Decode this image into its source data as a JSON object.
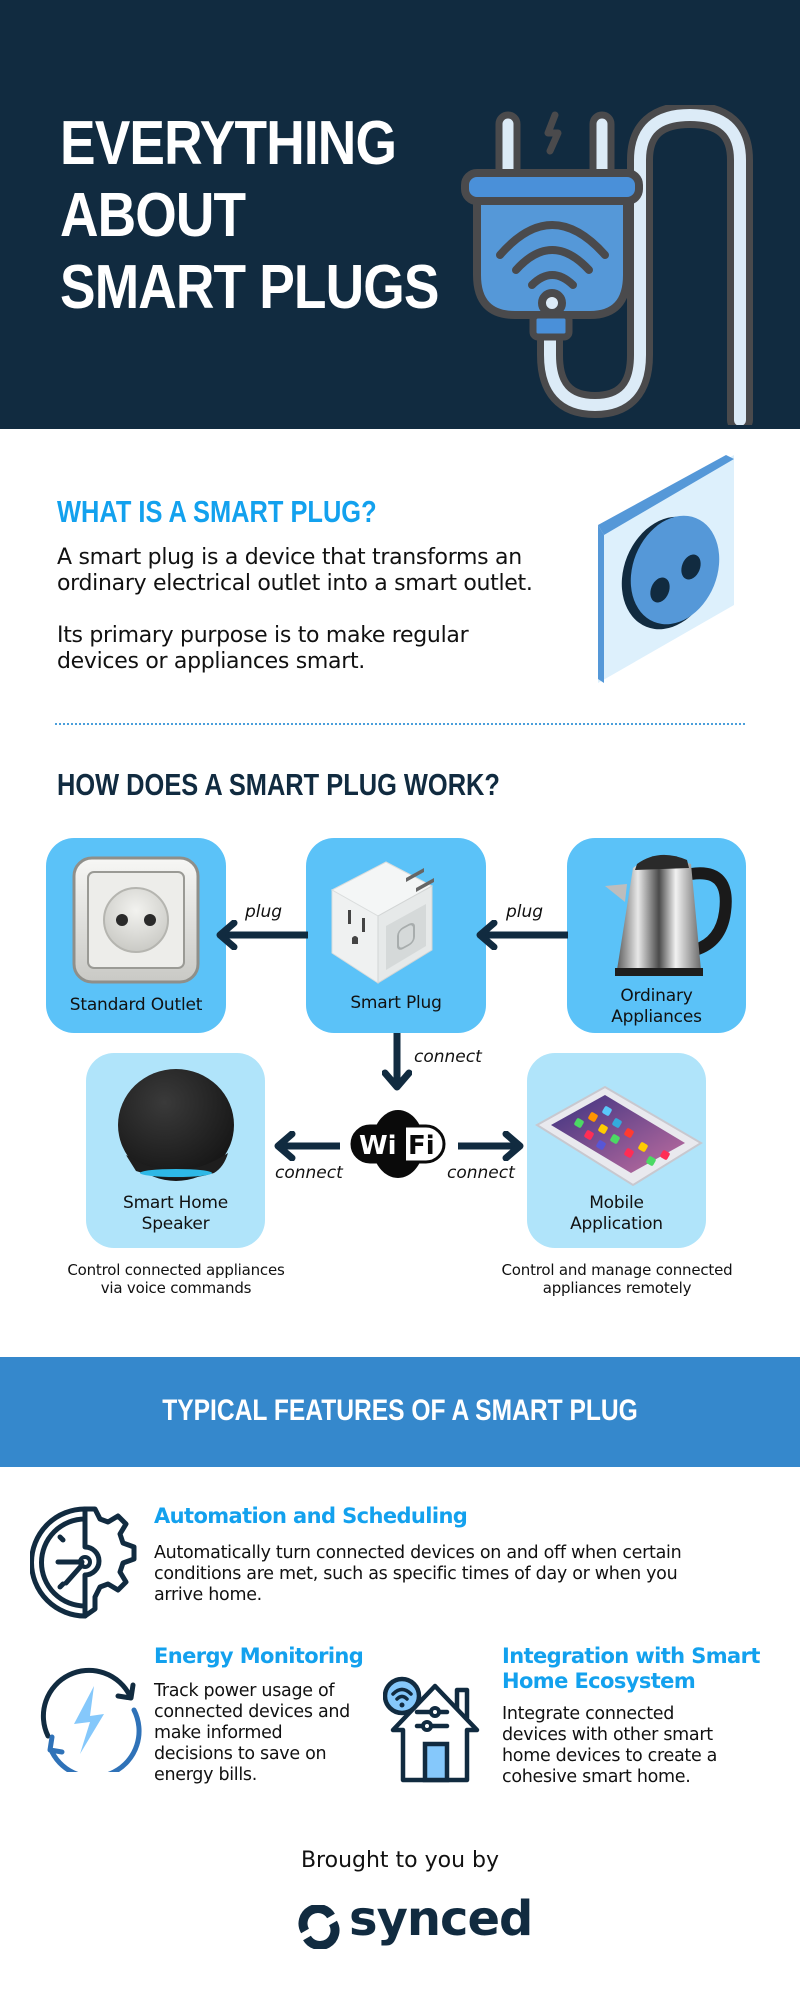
{
  "hero": {
    "title_lines": [
      "EVERYTHING",
      "ABOUT",
      "SMART PLUGS"
    ],
    "icon": "wifi-plug-icon",
    "background": "#112B40"
  },
  "what_is": {
    "heading": "WHAT IS A SMART PLUG?",
    "paragraph1": [
      "A smart plug is a device that transforms an",
      "ordinary electrical outlet into a smart outlet."
    ],
    "paragraph2": [
      "Its primary purpose is to make regular",
      "devices or appliances smart."
    ],
    "icon": "wall-socket-icon"
  },
  "how_it_works": {
    "heading": "HOW DOES A SMART PLUG WORK?",
    "nodes": {
      "outlet": {
        "label": "Standard Outlet",
        "icon": "standard-outlet-icon"
      },
      "smart_plug": {
        "label": "Smart Plug",
        "icon": "smart-plug-icon"
      },
      "appliance": {
        "label_lines": [
          "Ordinary",
          "Appliances"
        ],
        "icon": "kettle-icon"
      },
      "speaker": {
        "label_lines": [
          "Smart Home",
          "Speaker"
        ],
        "icon": "smart-speaker-icon"
      },
      "mobile": {
        "label_lines": [
          "Mobile",
          "Application"
        ],
        "icon": "smartphone-icon"
      },
      "wifi": {
        "wi": "Wi",
        "fi": "Fi",
        "icon": "wifi-logo-icon"
      }
    },
    "edges": {
      "plug_left": "plug",
      "plug_right": "plug",
      "connect_down": "connect",
      "connect_left": "connect",
      "connect_right": "connect"
    },
    "captions": {
      "speaker": [
        "Control connected appliances",
        "via voice commands"
      ],
      "mobile": [
        "Control and manage connected",
        "appliances remotely"
      ]
    },
    "colors": {
      "card_dark": "#5BC2F8",
      "card_light": "#B0E4FA",
      "arrow": "#112B40"
    }
  },
  "features": {
    "heading": "TYPICAL FEATURES OF A SMART PLUG",
    "band_color": "#3588CC",
    "items": [
      {
        "title": "Automation and Scheduling",
        "text_lines": [
          "Automatically turn connected devices on and off when certain",
          "conditions are met, such as specific times of day or when you",
          "arrive home."
        ],
        "icon": "clock-gear-icon"
      },
      {
        "title": "Energy Monitoring",
        "text_lines": [
          "Track power usage of",
          "connected devices and",
          "make informed",
          "decisions to save on",
          "energy bills."
        ],
        "icon": "energy-cycle-icon"
      },
      {
        "title_lines": [
          "Integration with Smart",
          "Home Ecosystem"
        ],
        "text_lines": [
          "Integrate connected",
          "devices with other smart",
          "home devices to create a",
          "cohesive smart home."
        ],
        "icon": "smart-home-icon"
      }
    ],
    "title_color": "#13A1EE"
  },
  "footer": {
    "brought_by": "Brought to you by",
    "brand": "synced",
    "brand_color": "#112B40"
  }
}
